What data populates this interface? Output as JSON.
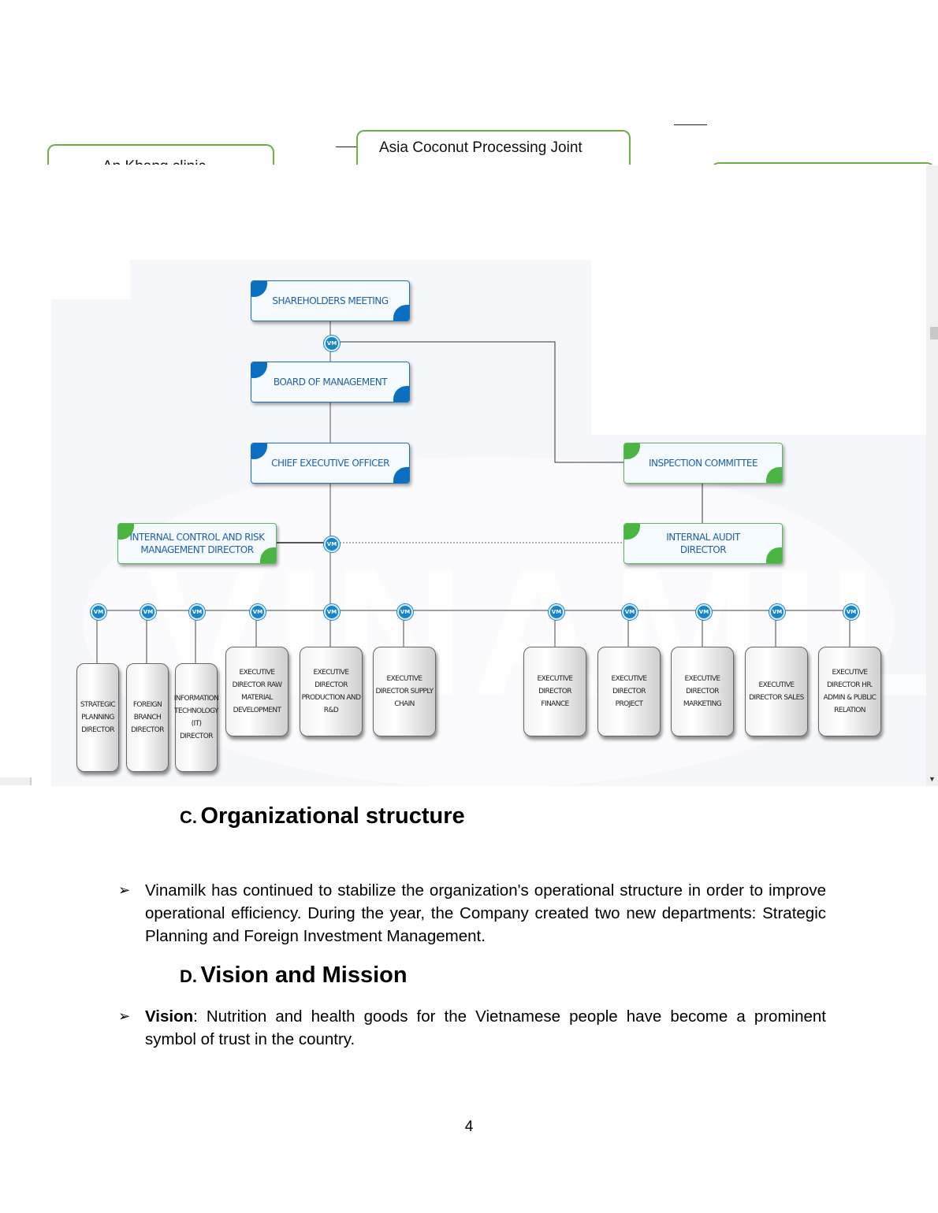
{
  "mindmap_fragments": {
    "left_box_text": "An Khang clinic",
    "center_box_text": "Asia Coconut Processing Joint"
  },
  "org_chart": {
    "watermark": "VINAMILK",
    "node_icon": "vinamilk-logo-icon",
    "top_boxes": [
      {
        "id": "shareholders",
        "label": "SHAREHOLDERS MEETING",
        "color": "blue"
      },
      {
        "id": "board",
        "label": "BOARD OF MANAGEMENT",
        "color": "blue"
      },
      {
        "id": "ceo",
        "label": "CHIEF EXECUTIVE OFFICER",
        "color": "blue"
      },
      {
        "id": "inspection",
        "label": "INSPECTION COMMITTEE",
        "color": "green"
      },
      {
        "id": "internal_control",
        "label": "INTERNAL CONTROL AND RISK MANAGEMENT DIRECTOR",
        "color": "green"
      },
      {
        "id": "internal_audit",
        "label": "INTERNAL AUDIT DIRECTOR",
        "color": "green"
      }
    ],
    "directors": [
      "STRATEGIC PLANNING DIRECTOR",
      "FOREIGN BRANCH DIRECTOR",
      "INFORMATION TECHNOLOGY (IT) DIRECTOR",
      "EXECUTIVE DIRECTOR RAW MATERIAL DEVELOPMENT",
      "EXECUTIVE DIRECTOR PRODUCTION AND R&D",
      "EXECUTIVE DIRECTOR SUPPLY CHAIN",
      "EXECUTIVE DIRECTOR FINANCE",
      "EXECUTIVE DIRECTOR PROJECT",
      "EXECUTIVE DIRECTOR MARKETING",
      "EXECUTIVE DIRECTOR SALES",
      "EXECUTIVE DIRECTOR HR. ADMIN & PUBLIC RELATION"
    ],
    "colors": {
      "blue": "#0a6fbe",
      "green": "#4bb543",
      "text": "#1f5fa8"
    }
  },
  "section_c": {
    "letter": "C.",
    "title": "Organizational structure",
    "bullet": "Vinamilk has continued to stabilize the organization's operational structure in order to improve operational efficiency. During the year, the Company created two new departments: Strategic Planning and Foreign Investment Management."
  },
  "section_d": {
    "letter": "D.",
    "title": "Vision and Mission",
    "bullet_label": "Vision",
    "bullet_text": ": Nutrition and health goods for the Vietnamese people have become a prominent symbol of trust in the country."
  },
  "bullet_glyph": "➢",
  "page_number": "4"
}
